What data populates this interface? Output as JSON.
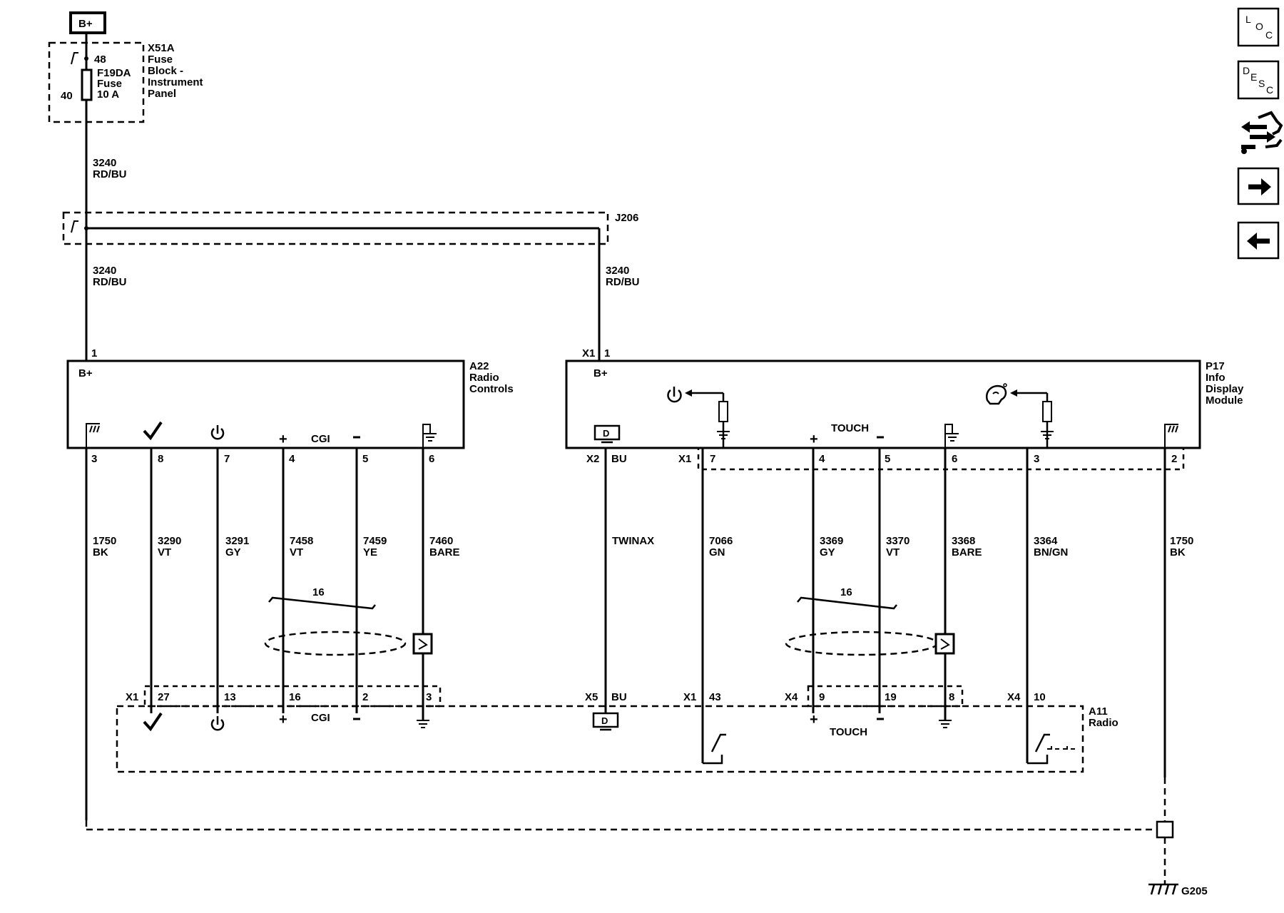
{
  "power": {
    "label": "B+"
  },
  "fuse_block": {
    "id": "X51A",
    "name_1": "Fuse",
    "name_2": "Block -",
    "name_3": "Instrument",
    "name_4": "Panel",
    "pin_in": "48",
    "pin_out": "40",
    "fuse_id": "F19DA",
    "fuse_word": "Fuse",
    "fuse_rating": "10 A"
  },
  "wire_feed": {
    "circuit": "3240",
    "color": "RD/BU"
  },
  "splice": {
    "id": "J206"
  },
  "wire_to_a22": {
    "circuit": "3240",
    "color": "RD/BU"
  },
  "wire_to_p17": {
    "circuit": "3240",
    "color": "RD/BU"
  },
  "a22": {
    "pin_power": "1",
    "b_plus": "B+",
    "id": "A22",
    "name_1": "Radio",
    "name_2": "Controls",
    "cgi": "CGI",
    "pins": [
      "3",
      "8",
      "7",
      "4",
      "5",
      "6"
    ],
    "wires": [
      {
        "circuit": "1750",
        "color": "BK"
      },
      {
        "circuit": "3290",
        "color": "VT"
      },
      {
        "circuit": "3291",
        "color": "GY"
      },
      {
        "circuit": "7458",
        "color": "VT"
      },
      {
        "circuit": "7459",
        "color": "YE"
      },
      {
        "circuit": "7460",
        "color": "BARE"
      }
    ],
    "twist_label": "16"
  },
  "p17": {
    "conn_power": "X1",
    "pin_power": "1",
    "b_plus": "B+",
    "id": "P17",
    "name_1": "Info",
    "name_2": "Display",
    "name_3": "Module",
    "touch": "TOUCH",
    "conn_x2": "X2",
    "bu": "BU",
    "conn_x1": "X1",
    "pins": [
      "7",
      "4",
      "5",
      "6",
      "3",
      "2"
    ],
    "twinax": "TWINAX",
    "wires": [
      {
        "circuit": "7066",
        "color": "GN"
      },
      {
        "circuit": "3369",
        "color": "GY"
      },
      {
        "circuit": "3370",
        "color": "VT"
      },
      {
        "circuit": "3368",
        "color": "BARE"
      },
      {
        "circuit": "3364",
        "color": "BN/GN"
      },
      {
        "circuit": "1750",
        "color": "BK"
      }
    ],
    "twist_label": "16"
  },
  "a11": {
    "id": "A11",
    "name_1": "Radio",
    "conn_x1_left": "X1",
    "pins_left": [
      "27",
      "13",
      "16",
      "2",
      "3"
    ],
    "cgi": "CGI",
    "conn_x5": "X5",
    "bu": "BU",
    "conn_x1_mid": "X1",
    "pin_43": "43",
    "conn_x4_a": "X4",
    "pins_x4": [
      "9",
      "19",
      "8"
    ],
    "touch": "TOUCH",
    "conn_x4_b": "X4",
    "pin_10": "10"
  },
  "ground": {
    "id": "G205"
  },
  "nav": {
    "loc": {
      "l": "L",
      "o": "O",
      "c": "C"
    },
    "desc": {
      "d": "D",
      "e": "E",
      "s": "S",
      "c": "C"
    }
  },
  "icons": [
    "ground-icon",
    "checkmark-icon",
    "power-icon",
    "video-display-icon",
    "switch-icon",
    "voice-recognition-icon",
    "diagnostic-connector-icon",
    "arrow-right-icon",
    "arrow-left-icon"
  ]
}
